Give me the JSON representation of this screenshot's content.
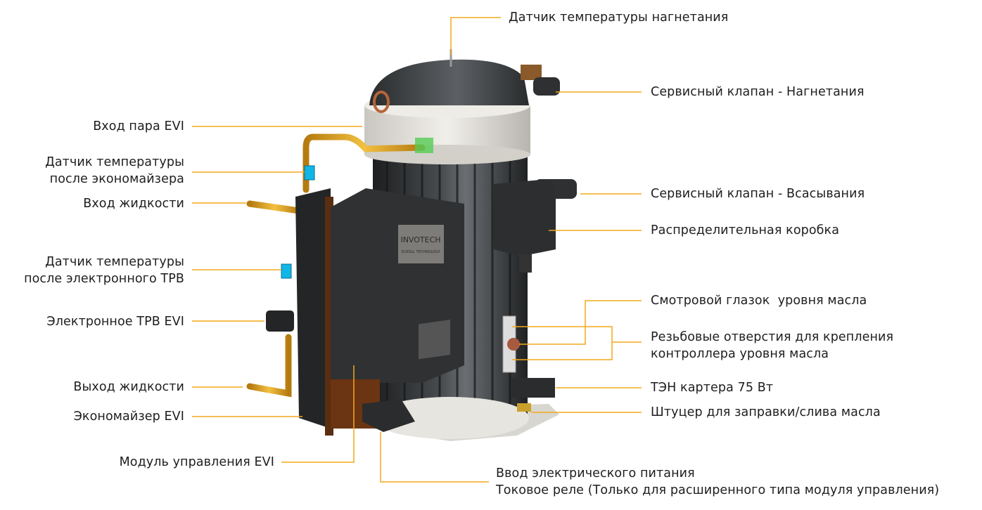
{
  "colors": {
    "leader": "#f2a81d",
    "sensor": "#10b6e6",
    "pipe": "#e0a020",
    "body": "#2b2d2e"
  },
  "brand": {
    "name": "INVOTECH",
    "tagline": "SCROLL TECHNOLOGY"
  },
  "labels": {
    "discharge_temp_sensor": "Датчик температуры нагнетания",
    "service_valve_discharge": "Сервисный клапан - Нагнетания",
    "evi_vapor_inlet": "Вход пара EVI",
    "temp_after_economizer": [
      "Датчик температуры",
      "после экономайзера"
    ],
    "liquid_inlet": "Вход жидкости",
    "temp_after_etrv": [
      "Датчик температуры",
      "после электронного ТРВ"
    ],
    "electronic_trv_evi": "Электронное ТРВ EVI",
    "liquid_outlet": "Выход жидкости",
    "economizer_evi": "Экономайзер EVI",
    "control_module_evi": "Модуль управления EVI",
    "power_input": [
      "Ввод электрического питания",
      "Токовое реле (Только для расширенного типа модуля управления)"
    ],
    "service_valve_suction": "Сервисный клапан - Всасывания",
    "junction_box": "Распределительная коробка",
    "oil_sight_glass": "Смотровой глазок  уровня масла",
    "threaded_holes": [
      "Резьбовые отверстия для крепления",
      "контроллера уровня масла"
    ],
    "crankcase_heater": "ТЭН картера 75 Вт",
    "oil_fitting": "Штуцер для заправки/слива масла"
  }
}
